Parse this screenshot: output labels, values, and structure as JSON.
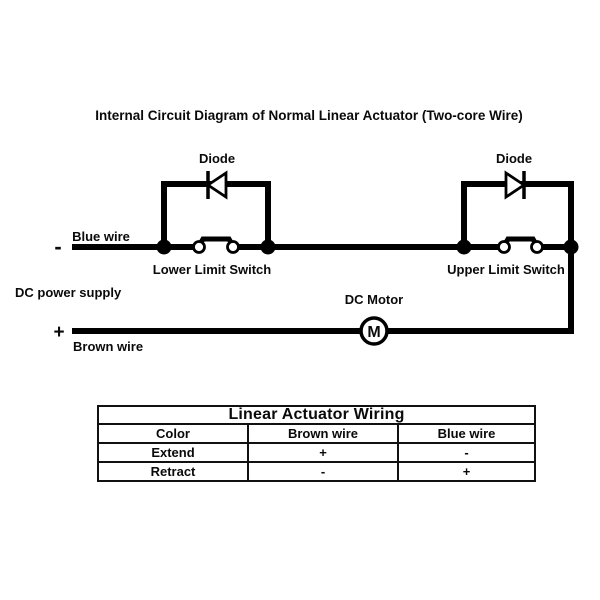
{
  "title": "Internal Circuit Diagram of Normal Linear Actuator (Two-core Wire)",
  "diagram": {
    "left_diode_label": "Diode",
    "right_diode_label": "Diode",
    "blue_wire_label": "Blue wire",
    "minus_sign": "-",
    "dc_power_supply_label": "DC power supply",
    "plus_sign": "+",
    "brown_wire_label": "Brown wire",
    "lower_limit_switch_label": "Lower Limit Switch",
    "upper_limit_switch_label": "Upper Limit Switch",
    "dc_motor_label": "DC Motor",
    "motor_symbol": "M",
    "wire_color": "#000000",
    "background_color": "#ffffff"
  },
  "table": {
    "title": "Linear Actuator Wiring",
    "columns": [
      "Color",
      "Brown wire",
      "Blue wire"
    ],
    "rows": [
      {
        "label": "Extend",
        "brown": "+",
        "blue": "-"
      },
      {
        "label": "Retract",
        "brown": "-",
        "blue": "+"
      }
    ]
  }
}
